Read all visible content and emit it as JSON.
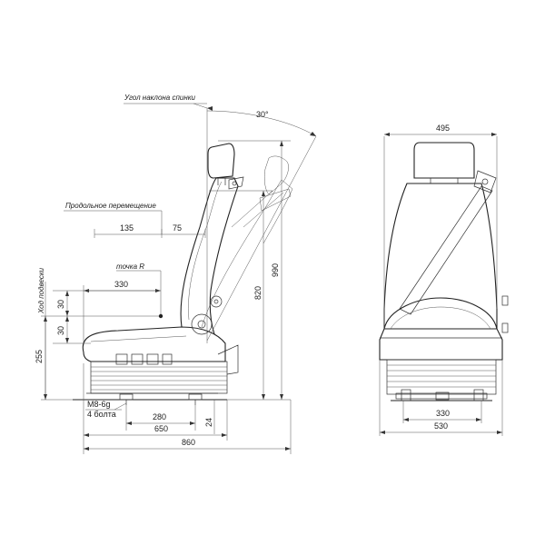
{
  "labels": {
    "recline_angle": "Угол наклона спинки",
    "longitudinal_travel": "Продольное перемещение",
    "point_r": "точка R",
    "vertical_travel": "Ход подвески",
    "bolts_thread": "М8-6g",
    "bolts_count": "4 болта"
  },
  "dimensions": {
    "angle": "30°",
    "d135": "135",
    "d75": "75",
    "d330_side": "330",
    "d30_a": "30",
    "d30_b": "30",
    "d255": "255",
    "d820": "820",
    "d990": "990",
    "d280": "280",
    "d650": "650",
    "d24": "24",
    "d860": "860",
    "d495": "495",
    "d330_front": "330",
    "d530": "530"
  },
  "colors": {
    "line": "#333333",
    "background": "#ffffff"
  }
}
